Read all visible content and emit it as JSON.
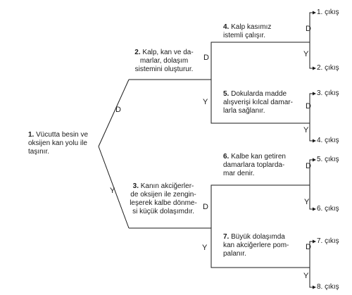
{
  "statements": [
    {
      "id": "s1",
      "number": "1.",
      "lines": [
        "Vücutta besin ve",
        "oksijen kan yolu ile",
        "taşınır."
      ]
    },
    {
      "id": "s2",
      "number": "2.",
      "lines": [
        "Kalp, kan ve da-",
        "marlar, dolaşım",
        "sistemini oluşturur."
      ]
    },
    {
      "id": "s3",
      "number": "3.",
      "lines": [
        "Kanın akciğerler-",
        "de oksijen ile zengin-",
        "leşerek kalbe dönme-",
        "si küçük dolaşımdır."
      ]
    },
    {
      "id": "s4",
      "number": "4.",
      "lines": [
        "Kalp kasımız",
        "istemli çalışır."
      ]
    },
    {
      "id": "s5",
      "number": "5.",
      "lines": [
        "Dokularda madde",
        "alışverişi kılcal damar-",
        "larla sağlanır."
      ]
    },
    {
      "id": "s6",
      "number": "6.",
      "lines": [
        "Kalbe kan getiren",
        "damarlara toplarda-",
        "mar denir."
      ]
    },
    {
      "id": "s7",
      "number": "7.",
      "lines": [
        "Büyük dolaşımda",
        "kan akciğerlere pom-",
        "palanır."
      ]
    }
  ],
  "branch_labels": {
    "true": "D",
    "false": "Y"
  },
  "outcomes": [
    "1. çıkış",
    "2. çıkış",
    "3. çıkış",
    "4. çıkış",
    "5. çıkış",
    "6. çıkış",
    "7. çıkış",
    "8. çıkış"
  ]
}
